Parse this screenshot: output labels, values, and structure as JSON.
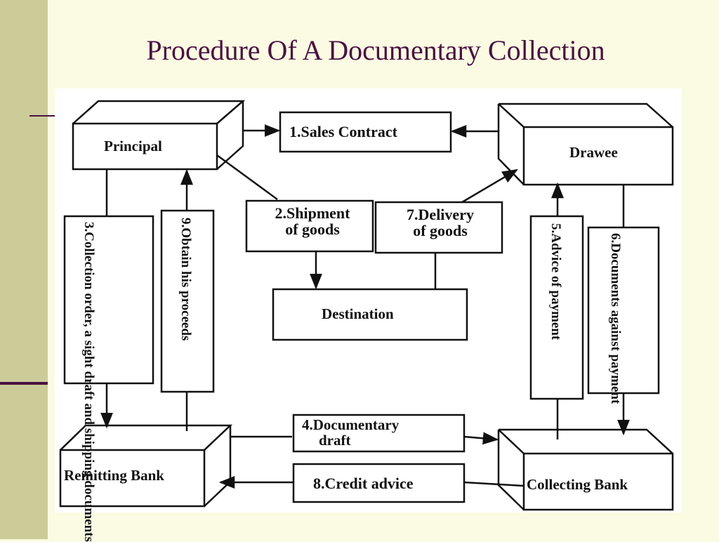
{
  "slide": {
    "title": "Procedure Of A Documentary Collection"
  },
  "diagram": {
    "parties": {
      "principal": "Principal",
      "drawee": "Drawee",
      "remitting_bank": "Remitting Bank",
      "collecting_bank": "Collecting Bank",
      "destination": "Destination"
    },
    "steps": {
      "step1": "1.Sales Contract",
      "step2_line1": "2.Shipment",
      "step2_line2": "of goods",
      "step3_line1": "3.Collection order,",
      "step3_line2": "a sight draft and",
      "step3_line3": "shipping documents",
      "step4_line1": "4.Documentary",
      "step4_line2": "draft",
      "step5": "5.Advice of payment",
      "step6_line1": "6.Documents against",
      "step6_line2": "payment",
      "step7_line1": "7.Delivery",
      "step7_line2": "of goods",
      "step8": "8.Credit advice",
      "step9": "9.Obtain his proceeds"
    }
  }
}
